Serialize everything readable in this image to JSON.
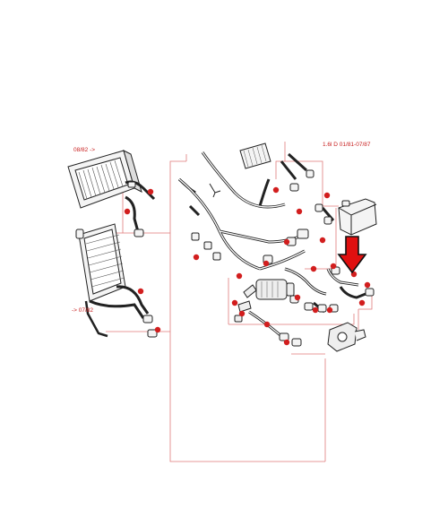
{
  "labels": {
    "heater_core_top": "08/82 ->",
    "heater_core_bottom": "-> 07/82",
    "model_range": "1.6l D 01/81-07/87"
  },
  "colors": {
    "background": "#ffffff",
    "line": "#222222",
    "part_fill": "#f4f4f4",
    "leader": "#e07a7a",
    "callout_dot": "#d21e1e",
    "arrow": "#e01010",
    "label_text": "#c81e1e"
  },
  "highlight": {
    "arrow_icon": "down-arrow-icon",
    "marked_part": "heater-hose-outlet"
  }
}
